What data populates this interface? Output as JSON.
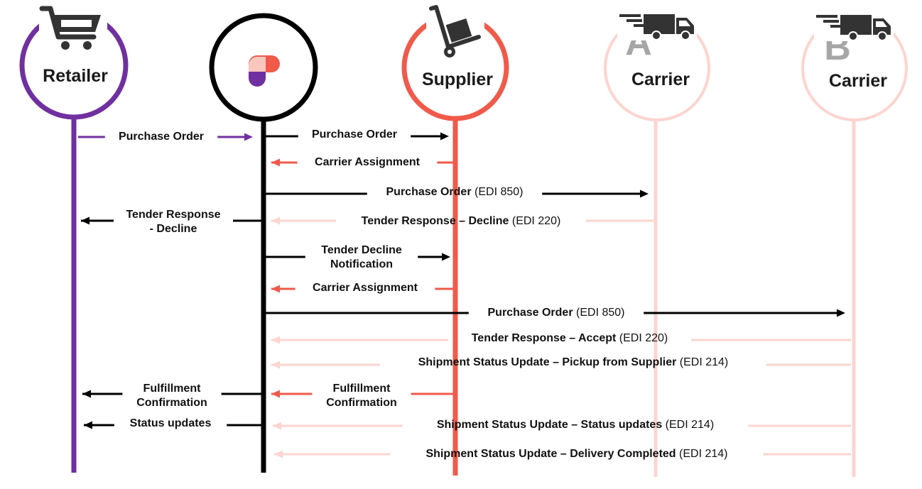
{
  "participants": [
    {
      "id": "retailer",
      "label": "Retailer",
      "icon": "shopping-cart-icon",
      "color": "#7030A0"
    },
    {
      "id": "platform",
      "label": "",
      "icon": "platform-logo-icon",
      "color": "#000000"
    },
    {
      "id": "supplier",
      "label": "Supplier",
      "icon": "hand-truck-icon",
      "color": "#F05A4A"
    },
    {
      "id": "carrier_a",
      "label": "Carrier",
      "letter": "A",
      "icon": "delivery-truck-icon",
      "color": "#FDD4CF"
    },
    {
      "id": "carrier_b",
      "label": "Carrier",
      "letter": "B",
      "icon": "delivery-truck-icon",
      "color": "#FDD4CF"
    }
  ],
  "colors": {
    "retailer": "#7030A0",
    "platform": "#000000",
    "supplier": "#F05A4A",
    "carrier": "#FDD4CF",
    "icon": "#333333",
    "letter": "#A6A6A6",
    "logo_coral": "#F05A4A",
    "logo_purple": "#7030A0",
    "logo_pink": "#F9C7BE"
  },
  "messages": [
    {
      "id": "m1",
      "from": "retailer",
      "to": "platform",
      "lines": [
        {
          "bold": "Purchase Order",
          "normal": ""
        }
      ],
      "color": "#7030A0"
    },
    {
      "id": "m2",
      "from": "platform",
      "to": "supplier",
      "lines": [
        {
          "bold": "Purchase Order",
          "normal": ""
        }
      ],
      "color": "#000000"
    },
    {
      "id": "m3",
      "from": "supplier",
      "to": "platform",
      "lines": [
        {
          "bold": "Carrier Assignment",
          "normal": ""
        }
      ],
      "color": "#F05A4A"
    },
    {
      "id": "m4",
      "from": "platform",
      "to": "carrier_a",
      "lines": [
        {
          "bold": "Purchase Order",
          "normal": " (EDI 850)"
        }
      ],
      "color": "#000000"
    },
    {
      "id": "m5",
      "from": "platform",
      "to": "retailer",
      "lines": [
        {
          "bold": "Tender Response",
          "normal": ""
        },
        {
          "bold": "- Decline",
          "normal": ""
        }
      ],
      "color": "#000000"
    },
    {
      "id": "m6",
      "from": "carrier_a",
      "to": "platform",
      "lines": [
        {
          "bold": "Tender Response – Decline",
          "normal": " (EDI 220)"
        }
      ],
      "color": "#FDD4CF"
    },
    {
      "id": "m7",
      "from": "platform",
      "to": "supplier",
      "lines": [
        {
          "bold": "Tender Decline",
          "normal": ""
        },
        {
          "bold": "Notification",
          "normal": ""
        }
      ],
      "color": "#000000"
    },
    {
      "id": "m8",
      "from": "supplier",
      "to": "platform",
      "lines": [
        {
          "bold": "Carrier Assignment",
          "normal": ""
        }
      ],
      "color": "#F05A4A"
    },
    {
      "id": "m9",
      "from": "platform",
      "to": "carrier_b",
      "lines": [
        {
          "bold": "Purchase Order",
          "normal": " (EDI 850)"
        }
      ],
      "color": "#000000"
    },
    {
      "id": "m10",
      "from": "carrier_b",
      "to": "platform",
      "lines": [
        {
          "bold": "Tender Response – Accept",
          "normal": " (EDI 220)"
        }
      ],
      "color": "#FDD4CF"
    },
    {
      "id": "m11",
      "from": "carrier_b",
      "to": "platform",
      "lines": [
        {
          "bold": "Shipment Status Update – Pickup from Supplier",
          "normal": " (EDI 214)"
        }
      ],
      "color": "#FDD4CF"
    },
    {
      "id": "m12",
      "from": "platform",
      "to": "retailer",
      "lines": [
        {
          "bold": "Fulfillment",
          "normal": ""
        },
        {
          "bold": "Confirmation",
          "normal": ""
        }
      ],
      "color": "#000000"
    },
    {
      "id": "m13",
      "from": "supplier",
      "to": "platform",
      "lines": [
        {
          "bold": "Fulfillment",
          "normal": ""
        },
        {
          "bold": "Confirmation",
          "normal": ""
        }
      ],
      "color": "#F05A4A"
    },
    {
      "id": "m14",
      "from": "platform",
      "to": "retailer",
      "lines": [
        {
          "bold": "Status updates",
          "normal": ""
        }
      ],
      "color": "#000000"
    },
    {
      "id": "m15",
      "from": "carrier_b",
      "to": "platform",
      "lines": [
        {
          "bold": "Shipment Status Update – Status updates",
          "normal": " (EDI 214)"
        }
      ],
      "color": "#FDD4CF"
    },
    {
      "id": "m16",
      "from": "carrier_b",
      "to": "platform",
      "lines": [
        {
          "bold": "Shipment Status Update – Delivery Completed",
          "normal": " (EDI 214)"
        }
      ],
      "color": "#FDD4CF"
    }
  ]
}
